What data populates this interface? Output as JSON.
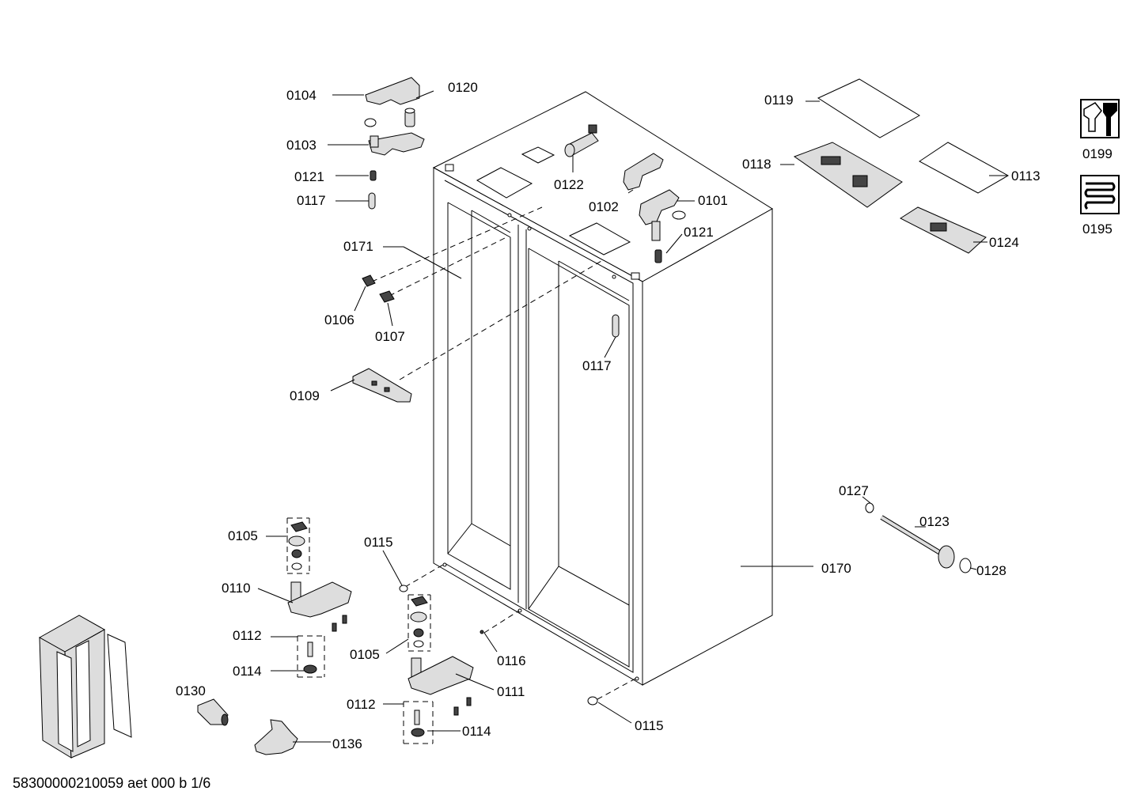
{
  "diagram": {
    "footer_code": "58300000210059 aet 000 b 1/6",
    "callouts": {
      "c0104": "0104",
      "c0120": "0120",
      "c0103": "0103",
      "c0121a": "0121",
      "c0117a": "0117",
      "c0171": "0171",
      "c0106": "0106",
      "c0107": "0107",
      "c0109": "0109",
      "c0122": "0122",
      "c0102": "0102",
      "c0101": "0101",
      "c0121b": "0121",
      "c0117b": "0117",
      "c0119": "0119",
      "c0118": "0118",
      "c0113": "0113",
      "c0124": "0124",
      "c0199": "0199",
      "c0195": "0195",
      "c0127": "0127",
      "c0123": "0123",
      "c0128": "0128",
      "c0170": "0170",
      "c0105a": "0105",
      "c0110": "0110",
      "c0112a": "0112",
      "c0114a": "0114",
      "c0115a": "0115",
      "c0105b": "0105",
      "c0116": "0116",
      "c0111": "0111",
      "c0112b": "0112",
      "c0114b": "0114",
      "c0115b": "0115",
      "c0130": "0130",
      "c0136": "0136"
    }
  }
}
